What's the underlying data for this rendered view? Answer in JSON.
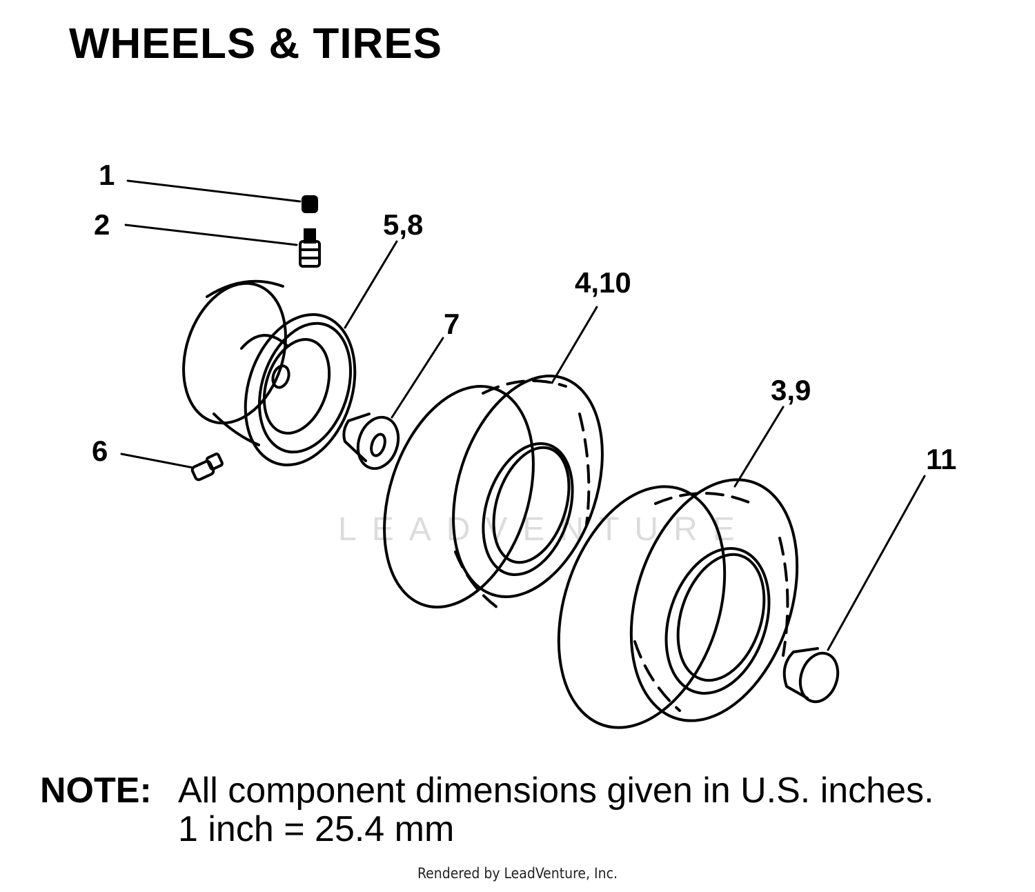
{
  "title": "WHEELS & TIRES",
  "callouts": {
    "c1": "1",
    "c2": "2",
    "c58": "5,8",
    "c6": "6",
    "c7": "7",
    "c410": "4,10",
    "c39": "3,9",
    "c11": "11"
  },
  "note": {
    "label": "NOTE:",
    "line1": "All component dimensions given in U.S. inches.",
    "line2": "1 inch = 25.4 mm"
  },
  "watermark": "LEADVENTURE",
  "credit": "Rendered by LeadVenture, Inc."
}
